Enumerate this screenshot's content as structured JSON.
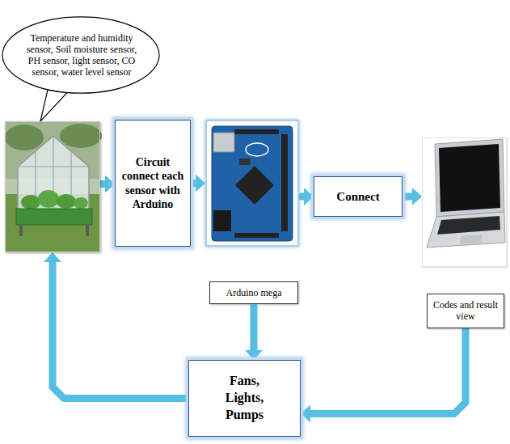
{
  "diagram": {
    "nodes": [
      {
        "text": [
          "Temperature and humidity sensor, Soil moisture sensor, PH sensor, light sensor, CO sensor, water level sensor"
        ]
      },
      {
        "text": [
          "Circuit connect each sensor with Arduino"
        ]
      },
      {
        "text": [
          "Arduino mega"
        ]
      },
      {
        "text": [
          "Connect"
        ]
      },
      {
        "text": [
          "Codes and result view"
        ]
      },
      {
        "text": [
          "Fans, Lights, Pumps"
        ]
      }
    ],
    "edges": [
      {
        "from": 0,
        "to": 1,
        "arrow": "to"
      },
      {
        "from": 1,
        "to": 2,
        "arrow": "to"
      },
      {
        "from": 2,
        "to": 3,
        "arrow": "to"
      },
      {
        "from": 3,
        "to": 4,
        "arrow": "to"
      },
      {
        "from": 2,
        "to": 5,
        "arrow": "to"
      },
      {
        "from": 4,
        "to": 5,
        "arrow": "to"
      },
      {
        "from": 5,
        "to": 0,
        "arrow": "to"
      }
    ]
  }
}
